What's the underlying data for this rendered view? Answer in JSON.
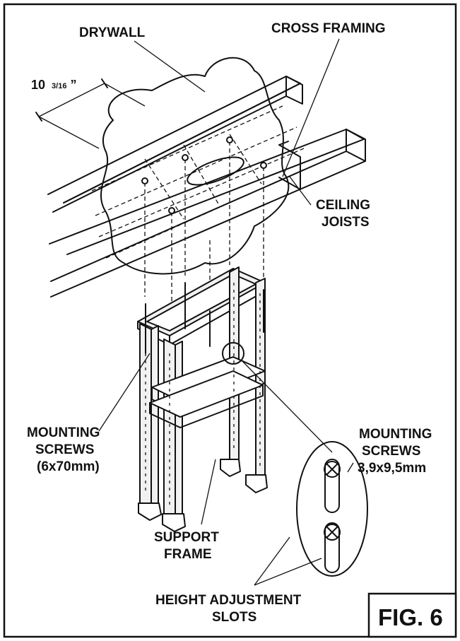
{
  "labels": {
    "drywall": "DRYWALL",
    "cross_framing": "CROSS FRAMING",
    "dimension_whole": "10",
    "dimension_fraction": "3/16",
    "dimension_unit": "”",
    "ceiling": "CEILING",
    "joists": "JOISTS",
    "mounting_screws_left_1": "MOUNTING",
    "mounting_screws_left_2": "SCREWS",
    "mounting_screws_left_3": "(6x70mm)",
    "mounting_screws_right_1": "MOUNTING",
    "mounting_screws_right_2": "SCREWS",
    "mounting_screws_right_3": "3,9x9,5mm",
    "support_frame_1": "SUPPORT",
    "support_frame_2": "FRAME",
    "height_adjustment_1": "HEIGHT ADJUSTMENT",
    "height_adjustment_2": "SLOTS",
    "figure": "FIG. 6"
  },
  "colors": {
    "ink": "#111111",
    "background": "#ffffff"
  }
}
